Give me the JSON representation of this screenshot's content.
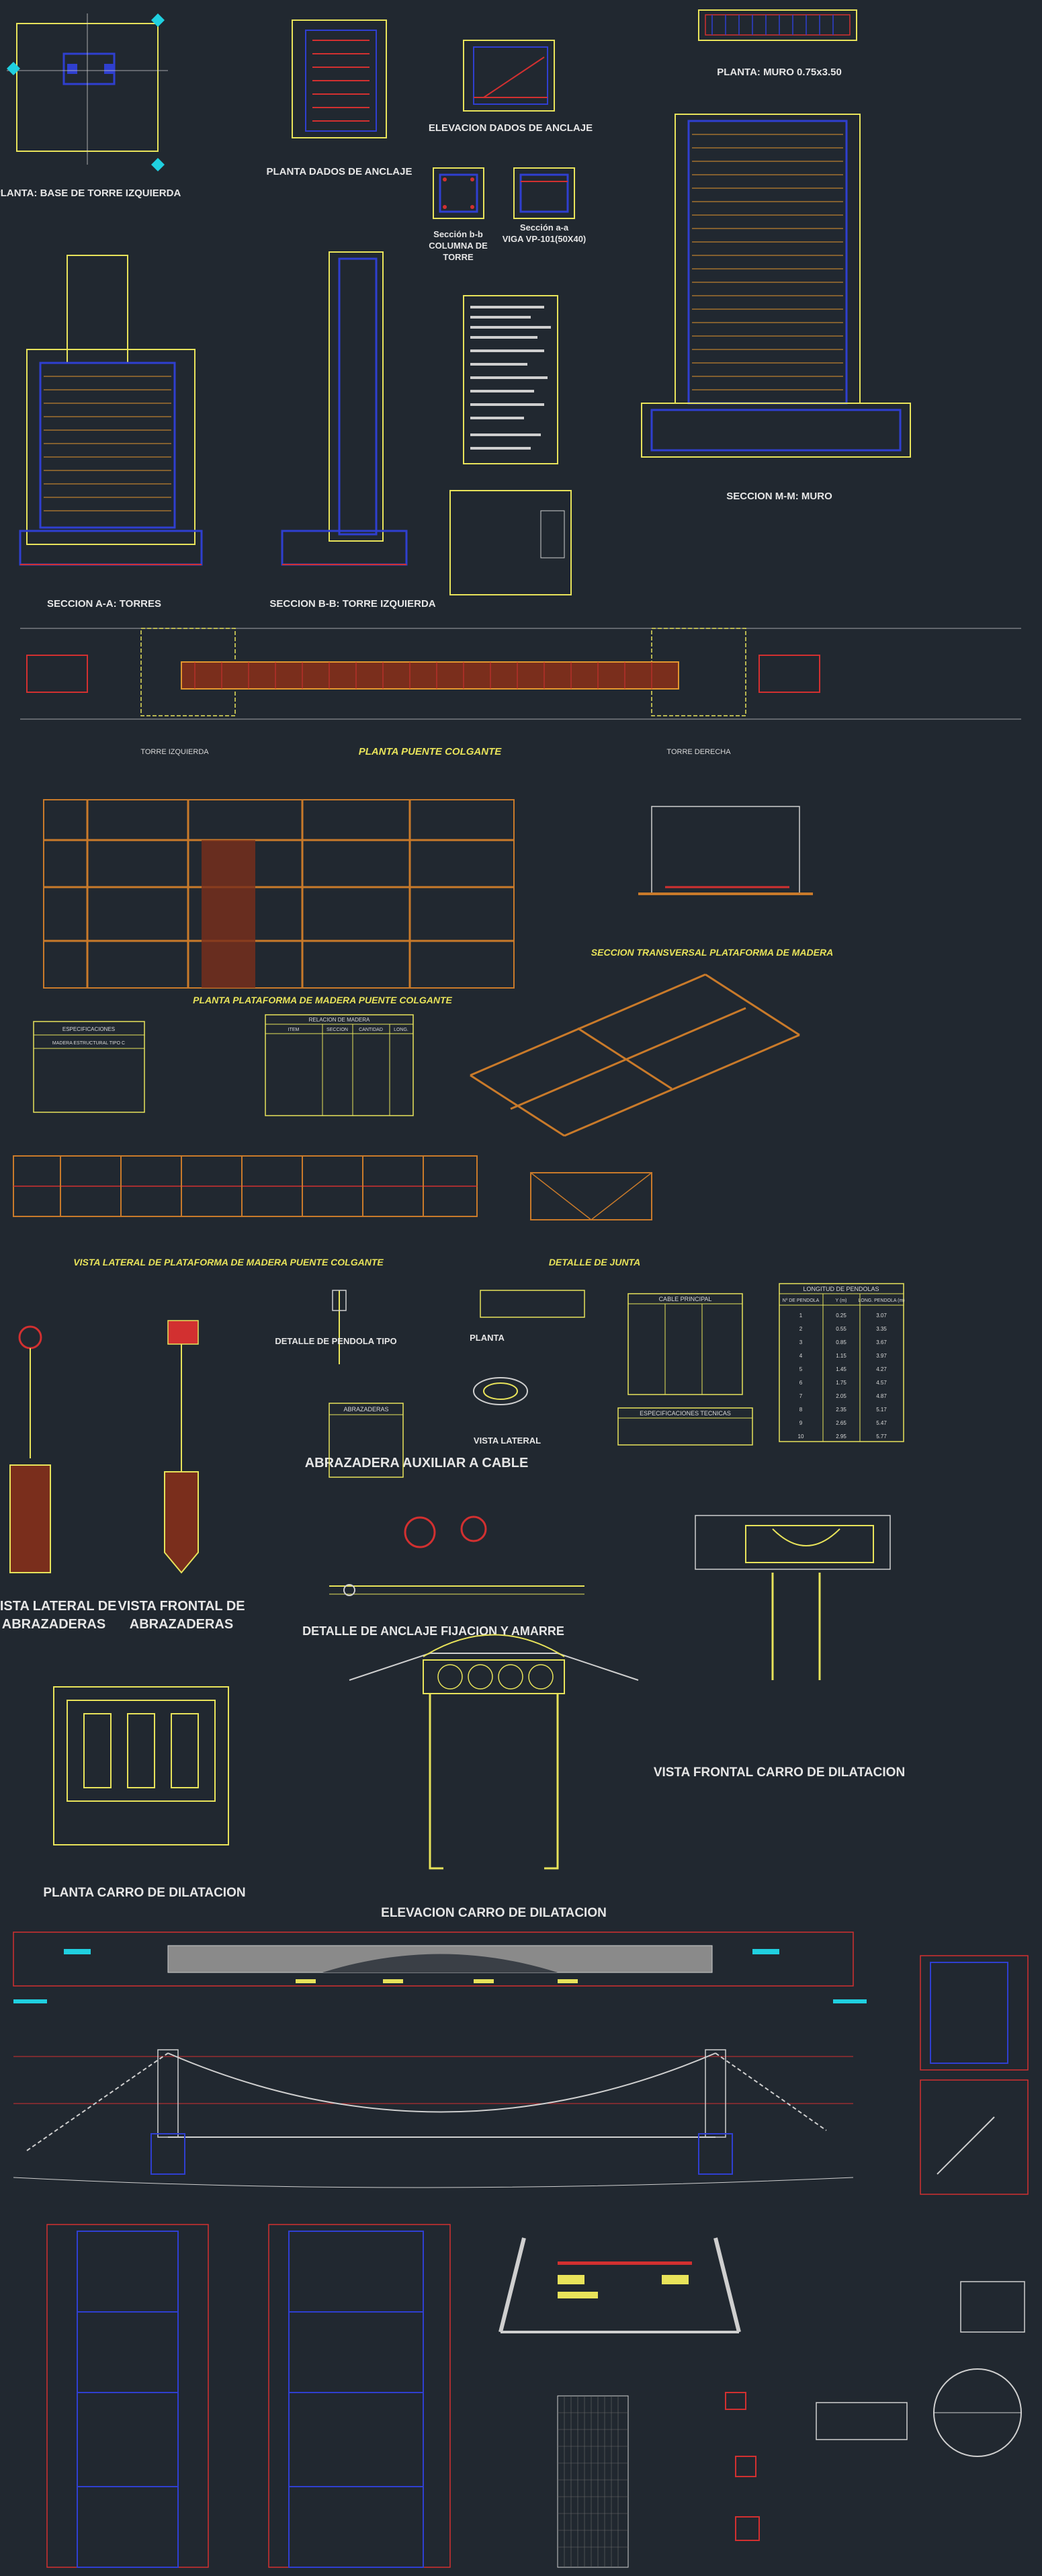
{
  "drawing": {
    "titles": {
      "planta_base_torre": "PLANTA: BASE DE TORRE IZQUIERDA",
      "planta_dados": "PLANTA DADOS DE ANCLAJE",
      "elevacion_dados": "ELEVACION DADOS DE ANCLAJE",
      "planta_muro": "PLANTA: MURO 0.75x3.50",
      "seccion_bb_columna_l1": "Sección b-b",
      "seccion_bb_columna_l2": "COLUMNA DE",
      "seccion_bb_columna_l3": "TORRE",
      "seccion_aa_viga_l1": "Sección a-a",
      "seccion_aa_viga_l2": "VIGA VP-101(50X40)",
      "seccion_aa_torres": "SECCION A-A: TORRES",
      "seccion_bb_torre": "SECCION B-B: TORRE IZQUIERDA",
      "seccion_mm_muro": "SECCION M-M: MURO",
      "planta_puente": "PLANTA PUENTE COLGANTE",
      "torre_izquierda": "TORRE IZQUIERDA",
      "torre_derecha": "TORRE DERECHA",
      "planta_plataforma": "PLANTA PLATAFORMA DE MADERA PUENTE COLGANTE",
      "seccion_transversal": "SECCION TRANSVERSAL PLATAFORMA DE MADERA",
      "vista_lateral_plataforma": "VISTA LATERAL DE PLATAFORMA DE MADERA PUENTE COLGANTE",
      "detalle_junta": "DETALLE DE JUNTA",
      "detalle_pendola": "DETALLE DE PENDOLA TIPO",
      "planta_abrazadera": "PLANTA",
      "vista_lateral_abrazadera": "VISTA LATERAL",
      "abrazadera_auxiliar": "ABRAZADERA AUXILIAR A CABLE",
      "vista_lateral_abrazaderas_l1": "VISTA LATERAL DE",
      "vista_lateral_abrazaderas_l2": "ABRAZADERAS",
      "vista_frontal_abrazaderas_l1": "VISTA FRONTAL DE",
      "vista_frontal_abrazaderas_l2": "ABRAZADERAS",
      "detalle_anclaje": "DETALLE DE ANCLAJE FIJACION Y AMARRE",
      "vista_frontal_carro": "VISTA FRONTAL CARRO DE DILATACION",
      "planta_carro": "PLANTA CARRO DE DILATACION",
      "elevacion_carro": "ELEVACION CARRO DE DILATACION"
    },
    "tables": {
      "relacion_madera": {
        "title": "RELACION DE MADERA",
        "headers": [
          "ITEM",
          "SECCION",
          "CANTIDAD",
          "LONG."
        ]
      },
      "abrazaderas": {
        "title": "ABRAZADERAS"
      },
      "cable_principal": {
        "title": "CABLE PRINCIPAL"
      },
      "longitud_pendolas": {
        "title": "LONGITUD DE PENDOLAS",
        "headers": [
          "Nº DE PENDOLA",
          "Y (m)",
          "LONG. PENDOLA (m)"
        ],
        "rows": [
          [
            "1",
            "0.25",
            "3.07"
          ],
          [
            "2",
            "0.55",
            "3.35"
          ],
          [
            "3",
            "0.85",
            "3.67"
          ],
          [
            "4",
            "1.15",
            "3.97"
          ],
          [
            "5",
            "1.45",
            "4.27"
          ],
          [
            "6",
            "1.75",
            "4.57"
          ],
          [
            "7",
            "2.05",
            "4.87"
          ],
          [
            "8",
            "2.35",
            "5.17"
          ],
          [
            "9",
            "2.65",
            "5.47"
          ],
          [
            "10",
            "2.95",
            "5.77"
          ]
        ]
      },
      "especificaciones": {
        "title": "ESPECIFICACIONES TECNICAS"
      },
      "especificaciones_madera": {
        "title": "ESPECIFICACIONES",
        "subtitle": "MADERA ESTRUCTURAL TIPO C"
      }
    },
    "colors": {
      "background": "#212830",
      "yellow": "#e8e35a",
      "blue": "#2f3fd0",
      "red": "#d23030",
      "cyan": "#20d0e0",
      "orange": "#c97a2a",
      "white": "#cfcfcf"
    }
  }
}
